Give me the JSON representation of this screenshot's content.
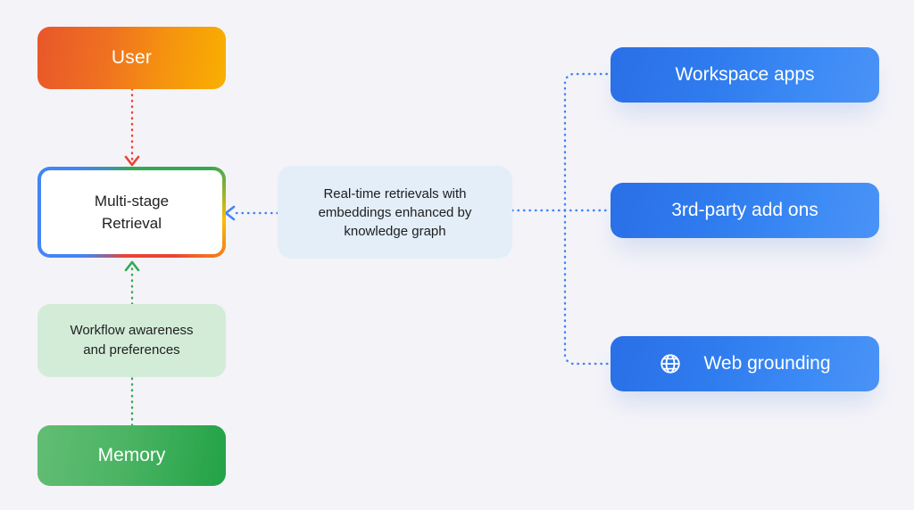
{
  "page": {
    "background_color": "#f4f3f8",
    "title": "Multi-stage Retrieval architecture diagram"
  },
  "nodes": {
    "user": {
      "label": "User",
      "gradient_from": "#e8562a",
      "gradient_to": "#f9b000",
      "text_color": "#ffffff"
    },
    "retrieval": {
      "label": "Multi-stage\nRetrieval",
      "line1": "Multi-stage",
      "line2": "Retrieval",
      "border_colors": [
        "#fbbc05",
        "#ea4335",
        "#4285f4",
        "#34a853"
      ],
      "background": "#ffffff",
      "text_color": "#202124"
    },
    "workflow": {
      "line1": "Workflow awareness",
      "line2": "and preferences",
      "background": "#d3ecd7",
      "text_color": "#202124"
    },
    "memory": {
      "label": "Memory",
      "gradient_from": "#62bd75",
      "gradient_to": "#22a247",
      "text_color": "#ffffff"
    },
    "info": {
      "line1": "Real-time retrievals with",
      "line2": "embeddings enhanced by",
      "line3": "knowledge graph",
      "background": "#e3eef8",
      "text_color": "#1d1d1f"
    },
    "workspace": {
      "label": "Workspace apps",
      "gradient_from": "#2a6fe6",
      "gradient_to": "#4a93f7",
      "text_color": "#ffffff"
    },
    "addons": {
      "label": "3rd-party add ons",
      "gradient_from": "#2a6fe6",
      "gradient_to": "#4a93f7",
      "text_color": "#ffffff"
    },
    "web": {
      "label": "Web grounding",
      "icon": "globe-icon",
      "gradient_from": "#2a6fe6",
      "gradient_to": "#4a93f7",
      "text_color": "#ffffff"
    }
  },
  "connectors": [
    {
      "name": "user-to-retrieval",
      "from": "user",
      "to": "retrieval",
      "color": "#ea4335",
      "style": "dotted",
      "arrow": "down"
    },
    {
      "name": "memory-to-workflow",
      "from": "memory",
      "to": "workflow",
      "color": "#34a853",
      "style": "dotted",
      "arrow": "none"
    },
    {
      "name": "workflow-to-retrieval",
      "from": "workflow",
      "to": "retrieval",
      "color": "#34a853",
      "style": "dotted",
      "arrow": "up"
    },
    {
      "name": "info-to-retrieval",
      "from": "info",
      "to": "retrieval",
      "color": "#4285f4",
      "style": "dotted",
      "arrow": "left"
    },
    {
      "name": "info-to-sources-bus",
      "from": "info",
      "to": [
        "workspace",
        "addons",
        "web"
      ],
      "color": "#4285f4",
      "style": "dotted",
      "arrow": "none"
    }
  ]
}
